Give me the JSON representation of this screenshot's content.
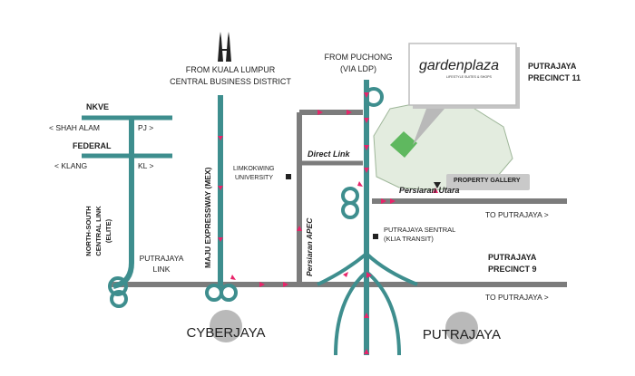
{
  "colors": {
    "teal_road": "#3e8e8e",
    "grey_road": "#7c7c7c",
    "arrow": "#e8246a",
    "green_area": "#5fb85f",
    "light_green_area": "#e3ecdf",
    "circle_fill": "#b9b9b9"
  },
  "icons": {
    "kl_towers": "petronas-towers-icon",
    "landmark": "square-landmark-icon",
    "gallery_pin": "location-pin-icon"
  },
  "labels": {
    "from_kl_line1": "FROM KUALA LUMPUR",
    "from_kl_line2": "CENTRAL BUSINESS DISTRICT",
    "from_puchong_line1": "FROM PUCHONG",
    "from_puchong_line2": "(VIA LDP)",
    "nkve": "NKVE",
    "shah_alam": "< SHAH ALAM",
    "pj": "PJ >",
    "federal": "FEDERAL",
    "klang": "< KLANG",
    "kl": "KL >",
    "mex": "MAJU EXPRESSWAY (MEX)",
    "elite_line1": "NORTH-SOUTH",
    "elite_line2": "CENTRAL LINK",
    "elite_line3": "(ELITE)",
    "putrajaya_link_line1": "PUTRAJAYA",
    "putrajaya_link_line2": "LINK",
    "persiaran_apec": "Persiaran APEC",
    "limkokwing_line1": "LIMKOKWING",
    "limkokwing_line2": "UNIVERSITY",
    "direct_link": "Direct Link",
    "persiaran_utara": "Persiaran Utara",
    "property_gallery": "PROPERTY GALLERY",
    "to_putrajaya_1": "TO PUTRAJAYA >",
    "to_putrajaya_2": "TO PUTRAJAYA >",
    "sentral_line1": "PUTRAJAYA SENTRAL",
    "sentral_line2": "(KLIA TRANSIT)",
    "precinct11_line1": "PUTRAJAYA",
    "precinct11_line2": "PRECINCT 11",
    "precinct9_line1": "PUTRAJAYA",
    "precinct9_line2": "PRECINCT 9",
    "cyberjaya": "CYBERJAYA",
    "putrajaya": "PUTRAJAYA"
  },
  "logo": {
    "name": "gardenplaza",
    "tagline": "LIFESTYLE SUITES & SHOPS"
  }
}
